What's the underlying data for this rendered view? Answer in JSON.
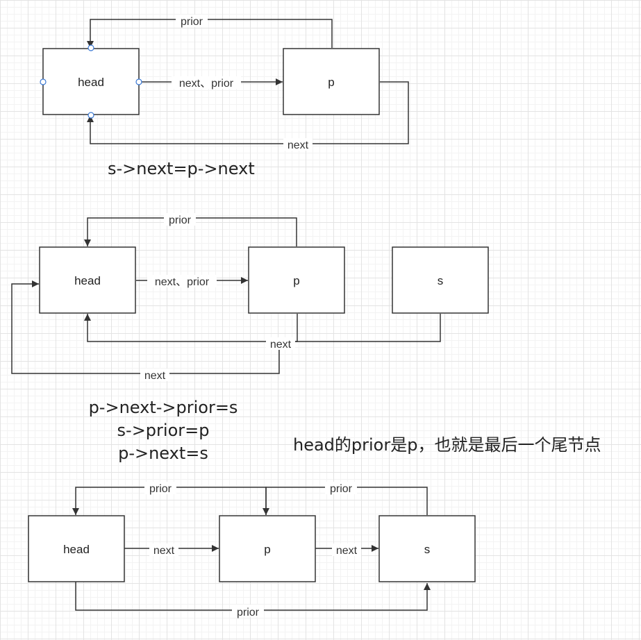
{
  "diagram1": {
    "nodes": {
      "head": "head",
      "p": "p"
    },
    "edges": {
      "prior": "prior",
      "next_prior": "next、prior",
      "next": "next"
    }
  },
  "caption1": "s->next=p->next",
  "diagram2": {
    "nodes": {
      "head": "head",
      "p": "p",
      "s": "s"
    },
    "edges": {
      "prior": "prior",
      "next_prior": "next、prior",
      "next_ps": "next",
      "next_loop": "next"
    }
  },
  "caption2": [
    "p->next->prior=s",
    "s->prior=p",
    "p->next=s"
  ],
  "note": "head的prior是p，也就是最后一个尾节点",
  "diagram3": {
    "nodes": {
      "head": "head",
      "p": "p",
      "s": "s"
    },
    "edges": {
      "prior_p_head": "prior",
      "prior_s_p": "prior",
      "next_head_p": "next",
      "next_p_s": "next",
      "prior_head_s": "prior"
    }
  }
}
